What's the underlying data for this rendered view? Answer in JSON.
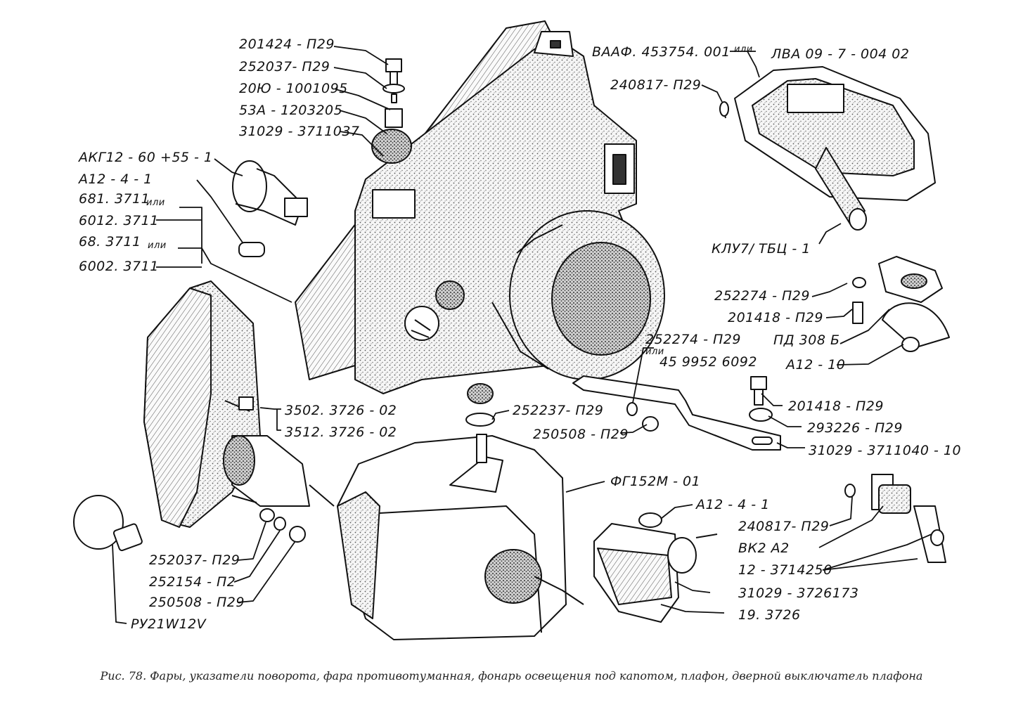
{
  "labels": {
    "p201424": "201424 - П29",
    "p252037_top": "252037- П29",
    "p20yu": "20Ю - 1001095",
    "p53a": "53А - 1203205",
    "p31029_3711037": "31029 - 3711037",
    "akg": "АКГ12 - 60 +55 - 1",
    "a12_4_1_top": "А12 - 4 - 1",
    "p681": "681. 3711",
    "ili_681": "или",
    "p6012": "6012. 3711",
    "p68": "68. 3711",
    "ili_68": "или",
    "p6002": "6002. 3711",
    "vaaf": "ВААФ. 453754. 001",
    "ili_vaaf": "или",
    "lva": "ЛВА 09 - 7 - 004 02",
    "p240817_top": "240817- П29",
    "klu": "КЛУ7/ ТБЦ - 1",
    "p252274_right": "252274 - П29",
    "p201418_right": "201418 - П29",
    "pd308": "ПД 308 Б",
    "a12_10": "А12 - 10",
    "p252274_mid": "252274 - П29",
    "ili_mid": "или",
    "p459952": "45 9952 6092",
    "p201418_mid": "201418 - П29",
    "p293226": "293226 - П29",
    "p31029_3711040": "31029 - 3711040 - 10",
    "p3502": "3502. 3726 - 02",
    "p3512": "3512. 3726 - 02",
    "p252237": "252237- П29",
    "p250508_mid": "250508 - П29",
    "fg152m": "ФГ152М - 01",
    "a12_4_1_bot": "А12 - 4 - 1",
    "p240817_bot": "240817- П29",
    "vk2a2": "ВК2 А2",
    "p12_3714250": "12 - 3714250",
    "p31029_3726173": "31029 - 3726173",
    "p19_3726": "19. 3726",
    "p252037_bot": "252037- П29",
    "p252154": "252154 - П2",
    "p250508_bot": "250508 - П29",
    "py21w12v": "РУ21W12V"
  },
  "caption": "Рис. 78. Фары, указатели поворота, фара противотуманная, фонарь освещения под капотом, плафон, дверной выключатель плафона"
}
